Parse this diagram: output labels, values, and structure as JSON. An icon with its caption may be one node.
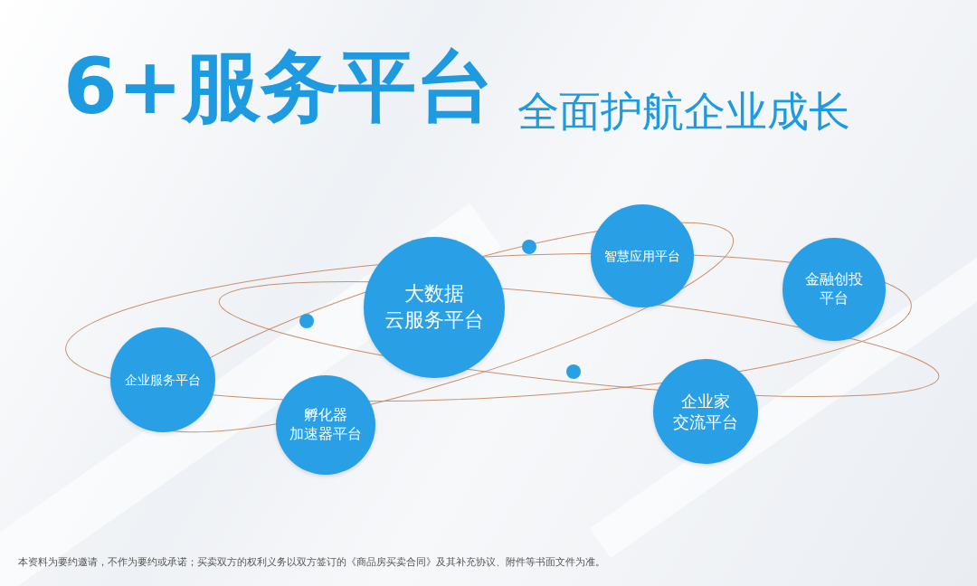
{
  "diagram": {
    "title": "6+服务平台",
    "nodes": [
      {
        "text": [
          "企业服务平台"
        ]
      },
      {
        "text": [],
        "shape": "circle"
      },
      {
        "text": [
          "大数据云服务平台"
        ]
      },
      {
        "text": [],
        "shape": "circle"
      },
      {
        "text": [
          "智慧应用平台"
        ]
      },
      {
        "text": [
          "金融创投平台"
        ]
      },
      {
        "text": [],
        "shape": "circle"
      },
      {
        "text": [
          "孵化器加速器平台"
        ]
      },
      {
        "text": [
          "企业家交流平台"
        ]
      }
    ],
    "labels": [
      "全面护航企业成长",
      "本资料为要约邀请，不作为要约或承诺；买卖双方的权利义务以双方签订的《商品房买卖合同》及其补充协议、附件等书面文件为准。"
    ]
  }
}
